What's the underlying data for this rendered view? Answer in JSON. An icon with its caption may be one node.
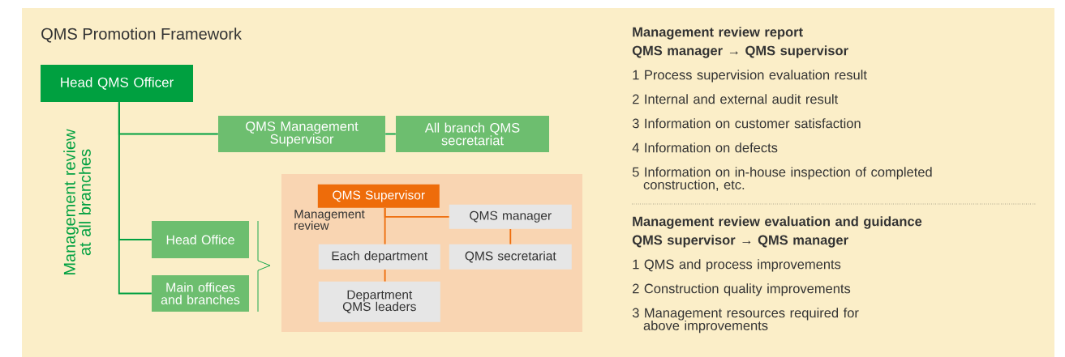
{
  "diagram": {
    "title": "QMS Promotion Framework",
    "nodes": [
      {
        "text": [
          "Head QMS Officer"
        ]
      },
      {
        "text": [
          "QMS Management Supervisor"
        ]
      },
      {
        "text": [
          "All branch QMS secretariat"
        ]
      },
      {
        "text": [
          "Head Office"
        ]
      },
      {
        "text": [
          "Main offices and branches"
        ]
      },
      {
        "text": [],
        "shape": "box"
      },
      {
        "text": [
          "QMS Supervisor"
        ],
        "in": 5
      },
      {
        "text": [
          "QMS manager"
        ],
        "in": 5
      },
      {
        "text": [
          "Each department"
        ],
        "in": 5
      },
      {
        "text": [
          "QMS secretariat"
        ],
        "in": 5
      },
      {
        "text": [
          "Department QMS leaders"
        ],
        "in": 5
      }
    ],
    "edges": [
      {
        "from": 0,
        "to": 1,
        "arrow": "none"
      },
      {
        "from": 1,
        "to": 2,
        "arrow": "none"
      },
      {
        "from": 0,
        "to": 3,
        "arrow": "none"
      },
      {
        "from": 0,
        "to": 4,
        "arrow": "none"
      },
      {
        "from": 6,
        "to": 7,
        "arrow": "none",
        "color": "#ee6c0a"
      },
      {
        "from": 6,
        "to": 8,
        "arrow": "none",
        "color": "#ee6c0a"
      },
      {
        "from": 7,
        "to": 9,
        "arrow": "none",
        "color": "#ee6c0a"
      },
      {
        "from": 8,
        "to": 10,
        "arrow": "none",
        "color": "#ee6c0a"
      }
    ],
    "labels": [
      "Management review at all branches",
      "Management review",
      "Management review report",
      "QMS manager → QMS supervisor",
      "1 Process supervision evaluation result",
      "2 Internal and external audit result",
      "3 Information on customer satisfaction",
      "4 Information on defects",
      "5 Information on in-house inspection of completed construction, etc.",
      "Management review evaluation and guidance",
      "QMS supervisor → QMS manager",
      "1 QMS and process improvements",
      "2 Construction quality improvements",
      "3 Management resources required for above improvements"
    ]
  }
}
